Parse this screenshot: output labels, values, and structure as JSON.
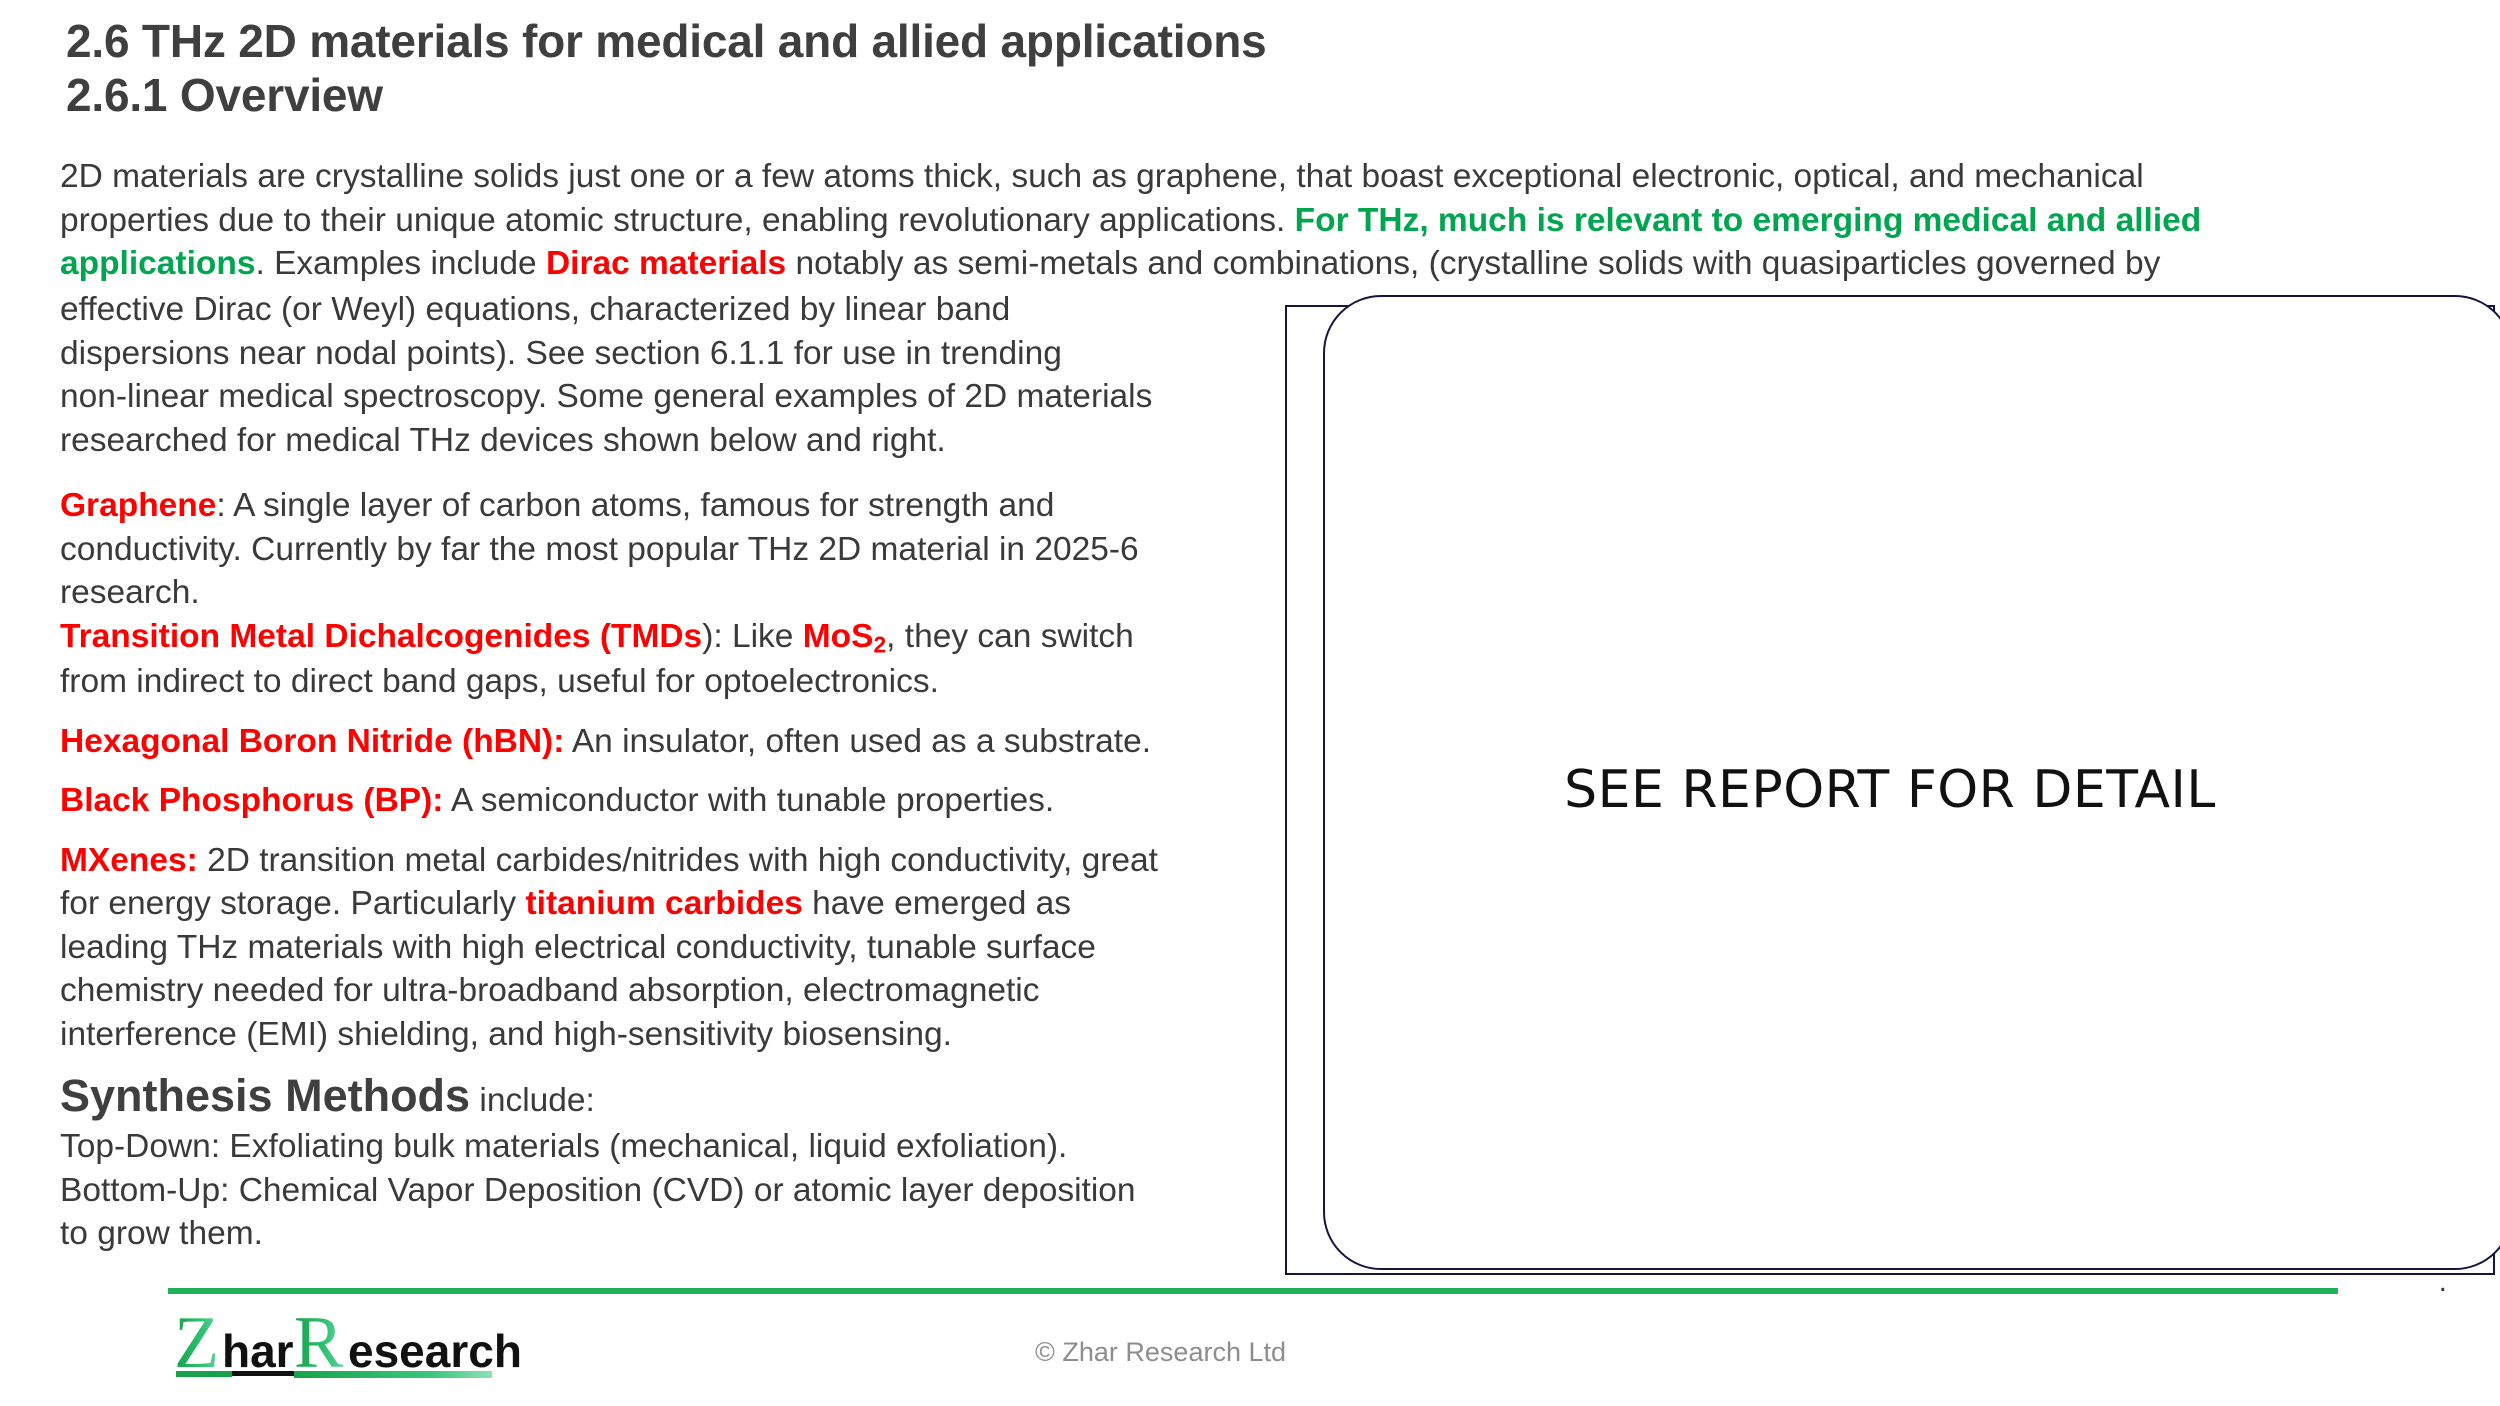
{
  "slide": {
    "heading": {
      "section_number_title": "2.6 THz 2D materials for medical and allied applications",
      "subsection_title": "2.6.1 Overview"
    },
    "colors": {
      "highlight_red": "#ff0000",
      "highlight_green": "#00a550",
      "body_text": "#3a3a3a",
      "heading_text": "#3f3f3f",
      "footer_rule_green": "#1fb25a",
      "figure_border": "#15153f"
    },
    "intro": {
      "line1": "2D materials are crystalline solids just one or a few atoms thick, such as graphene, that boast exceptional electronic, optical, and mechanical",
      "line2_a": "properties due to their unique atomic structure, enabling revolutionary applications. ",
      "line2_green": "For THz, much is relevant to emerging medical and allied",
      "line3_green": "applications",
      "line3_b": ". Examples include ",
      "line3_red": "Dirac materials",
      "line3_c": " notably as semi-metals and combinations, (crystalline solids with quasiparticles governed by"
    },
    "left_column": {
      "dirac_continuation": {
        "line1": "effective Dirac (or Weyl) equations, characterized by linear band",
        "line2": "dispersions near nodal points). See section 6.1.1 for use in trending",
        "line3": "non-linear medical spectroscopy. Some general examples of 2D materials",
        "line4": "researched for medical THz devices shown below and right."
      },
      "graphene": {
        "label": "Graphene",
        "line1_tail": ": A single layer of carbon atoms, famous for strength and",
        "line2": "conductivity. Currently by far the most popular THz 2D material in 2025-6",
        "line3": "research."
      },
      "tmds": {
        "label": "Transition Metal Dichalcogenides (TMDs",
        "after_label": "): Like ",
        "formula_main": "MoS",
        "formula_sub": "2",
        "line1_tail": ", they can switch",
        "line2": "from indirect to direct band gaps, useful for optoelectronics."
      },
      "hbn": {
        "label": "Hexagonal Boron Nitride (hBN):",
        "text": " An insulator, often used as a substrate."
      },
      "bp": {
        "label": "Black Phosphorus (BP):",
        "text": " A semiconductor with tunable properties."
      },
      "mxenes": {
        "label": "MXenes:",
        "line1_tail": " 2D transition metal carbides/nitrides with high conductivity, great",
        "line2_a": "for energy storage. Particularly ",
        "line2_red": "titanium carbides",
        "line2_b": " have emerged as",
        "line3": "leading THz materials with high electrical conductivity, tunable surface",
        "line4": "chemistry needed for ultra-broadband absorption, electromagnetic",
        "line5": "interference (EMI) shielding, and high-sensitivity biosensing."
      },
      "synthesis": {
        "title": "Synthesis Methods",
        "title_tail": " include:",
        "top_down": "Top-Down: Exfoliating bulk materials (mechanical, liquid exfoliation).",
        "bottom_up_line1": "Bottom-Up: Chemical Vapor Deposition (CVD) or atomic layer deposition",
        "bottom_up_line2": "to grow them."
      }
    },
    "figure": {
      "placeholder_text": "SEE REPORT FOR DETAIL",
      "trailing_dot": "."
    },
    "footer": {
      "logo": {
        "letter_z": "Z",
        "word_har": "har",
        "letter_r": "R",
        "word_esearch": "esearch"
      },
      "copyright": "© Zhar Research Ltd"
    }
  }
}
